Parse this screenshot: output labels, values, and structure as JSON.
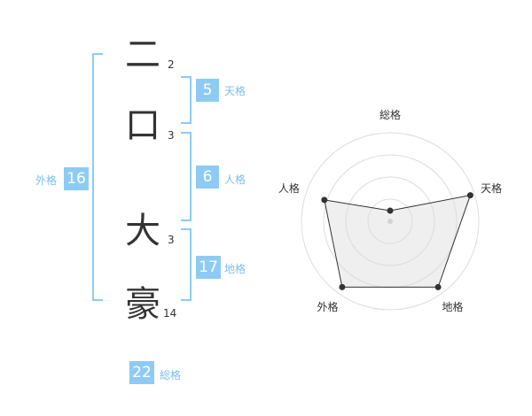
{
  "name_chars": [
    {
      "char": "二",
      "strokes": "2"
    },
    {
      "char": "口",
      "strokes": "3"
    },
    {
      "char": "大",
      "strokes": "3"
    },
    {
      "char": "豪",
      "strokes": "14"
    }
  ],
  "kaku": {
    "tenkaku": {
      "label": "天格",
      "value": "5"
    },
    "jinkaku": {
      "label": "人格",
      "value": "6"
    },
    "chikaku": {
      "label": "地格",
      "value": "17"
    },
    "gaikaku": {
      "label": "外格",
      "value": "16"
    },
    "soukaku": {
      "label": "総格",
      "value": "22"
    }
  },
  "colors": {
    "accent": "#8ecbf4",
    "accent_text": "#7ac0ee",
    "text": "#333333",
    "grid": "#dddddd",
    "fill": "#eeeeee"
  },
  "chart_data": {
    "type": "radar",
    "axes": [
      "総格",
      "天格",
      "地格",
      "外格",
      "人格"
    ],
    "rings": 4,
    "values": [
      0.12,
      0.95,
      0.92,
      0.92,
      0.78
    ],
    "range": [
      0,
      1
    ]
  }
}
